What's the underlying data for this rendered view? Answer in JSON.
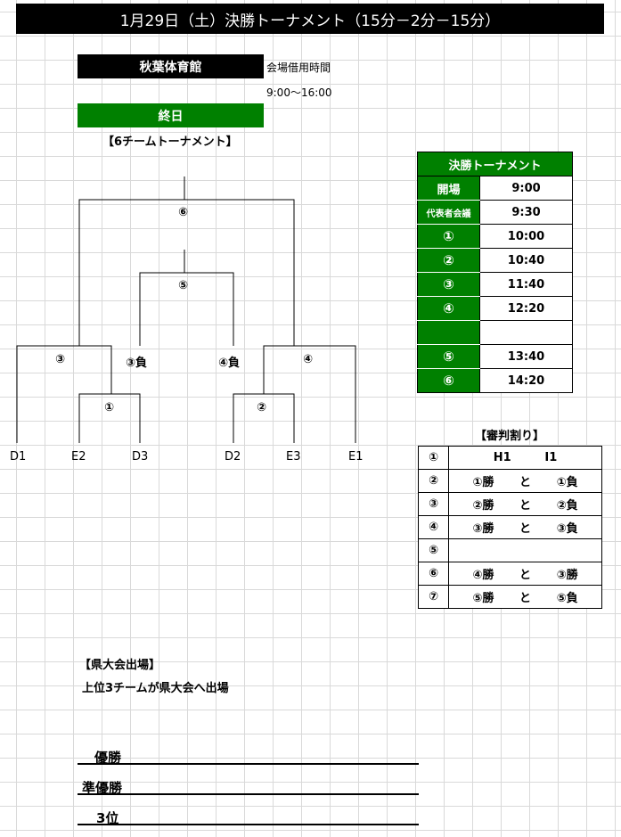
{
  "title": "1月29日（土）決勝トーナメント（15分－2分－15分）",
  "venue": {
    "name": "秋葉体育館",
    "usage_label": "会場借用時間",
    "usage_time": "9:00～16:00",
    "duration": "終日"
  },
  "bracket": {
    "heading": "【6チームトーナメント】",
    "match_labels": {
      "final": "⑥",
      "semi": "⑤",
      "left_q": "③",
      "left_loser": "③負",
      "right_loser": "④負",
      "right_q": "④",
      "left_first": "①",
      "right_first": "②"
    },
    "teams": [
      "D1",
      "E2",
      "D3",
      "D2",
      "E3",
      "E1"
    ]
  },
  "schedule": {
    "heading": "決勝トーナメント",
    "rows": [
      {
        "label": "開場",
        "time": "9:00"
      },
      {
        "label": "代表者会議",
        "time": "9:30"
      },
      {
        "label": "①",
        "time": "10:00"
      },
      {
        "label": "②",
        "time": "10:40"
      },
      {
        "label": "③",
        "time": "11:40"
      },
      {
        "label": "④",
        "time": "12:20"
      },
      {
        "label": "",
        "time": ""
      },
      {
        "label": "⑤",
        "time": "13:40"
      },
      {
        "label": "⑥",
        "time": "14:20"
      }
    ]
  },
  "referees": {
    "heading": "【審判割り】",
    "rows": [
      {
        "num": "①",
        "a": "H1",
        "mid": "",
        "b": "I1"
      },
      {
        "num": "②",
        "a": "①勝",
        "mid": "と",
        "b": "①負"
      },
      {
        "num": "③",
        "a": "②勝",
        "mid": "と",
        "b": "②負"
      },
      {
        "num": "④",
        "a": "③勝",
        "mid": "と",
        "b": "③負"
      },
      {
        "num": "⑤",
        "a": "",
        "mid": "",
        "b": ""
      },
      {
        "num": "⑥",
        "a": "④勝",
        "mid": "と",
        "b": "③勝"
      },
      {
        "num": "⑦",
        "a": "⑤勝",
        "mid": "と",
        "b": "⑤負"
      }
    ]
  },
  "prefectural": {
    "heading": "【県大会出場】",
    "text": "上位3チームが県大会へ出場"
  },
  "placings": [
    "優勝",
    "準優勝",
    "3位"
  ]
}
